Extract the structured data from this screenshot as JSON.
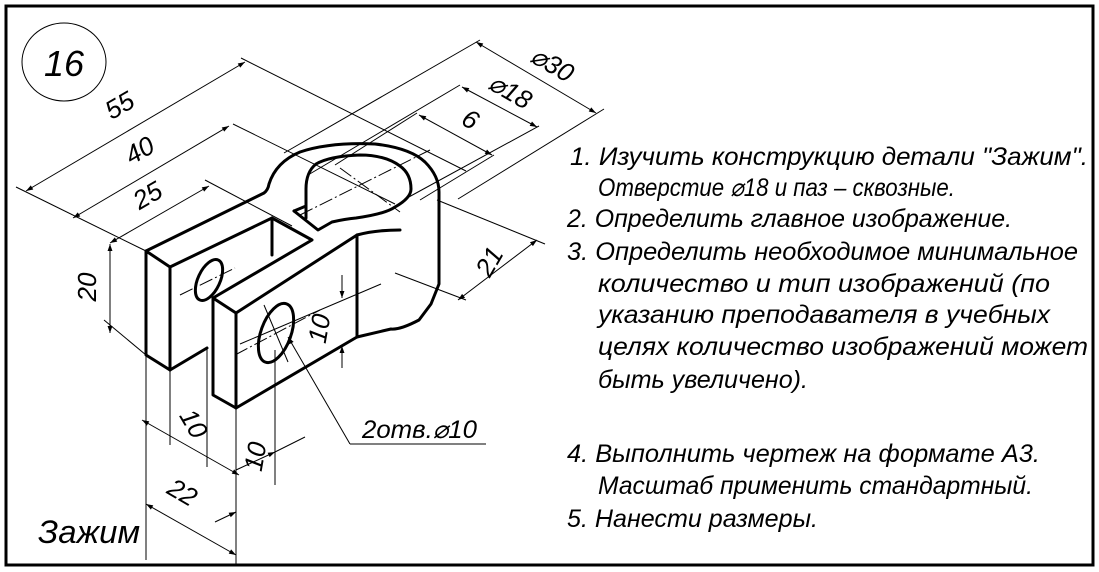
{
  "drawing": {
    "number": "16",
    "title": "Зажим",
    "dimensions": {
      "d55": "55",
      "d40": "40",
      "d25": "25",
      "d20": "20",
      "d30": "⌀30",
      "d18": "⌀18",
      "d6": "6",
      "d21": "21",
      "d10_right": "10",
      "d10_bottom_left": "10",
      "d10_bottom_right": "10",
      "d22": "22"
    },
    "hole_note": "2отв.⌀10"
  },
  "instructions": [
    "1.  Изучить конструкцию детали \"Зажим\".",
    "Отверстие ⌀18 и паз – сквозные.",
    "2. Определить главное изображение.",
    "3. Определить необходимое минимальное",
    "количество и тип изображений (по",
    "указанию преподавателя в учебных",
    "целях количество изображений может",
    "быть увеличено).",
    "4. Выполнить чертеж на формате А3.",
    "Масштаб применить стандартный.",
    "5. Нанести размеры."
  ]
}
